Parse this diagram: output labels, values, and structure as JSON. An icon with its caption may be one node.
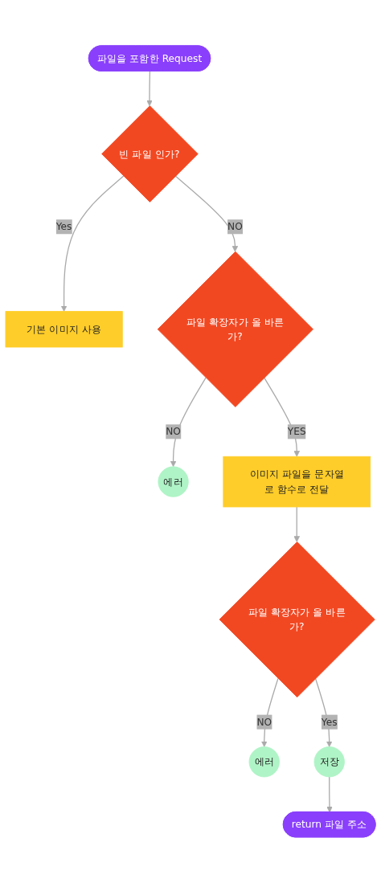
{
  "diagram": {
    "nodes": [
      {
        "text": [
          "파일을 포함한 Request"
        ]
      },
      {
        "text": [
          "빈 파일 인가?"
        ]
      },
      {
        "text": [
          "기본 이미지 사용"
        ]
      },
      {
        "text": [
          "파일 확장자가 올 바른가?"
        ]
      },
      {
        "text": [
          "에러"
        ]
      },
      {
        "text": [
          "이미지 파일을 문자열로 함수로 전달"
        ]
      },
      {
        "text": [
          "파일 확장자가 올 바른가?"
        ]
      },
      {
        "text": [
          "에러"
        ]
      },
      {
        "text": [
          "저장"
        ]
      },
      {
        "text": [
          "return 파일 주소"
        ]
      }
    ],
    "edges": [
      {
        "from": 0,
        "to": 1,
        "arrow": "to"
      },
      {
        "from": 1,
        "to": 2,
        "arrow": "to",
        "label": "Yes"
      },
      {
        "from": 1,
        "to": 3,
        "arrow": "to",
        "label": "NO"
      },
      {
        "from": 3,
        "to": 4,
        "arrow": "to",
        "label": "NO"
      },
      {
        "from": 3,
        "to": 5,
        "arrow": "to",
        "label": "YES"
      },
      {
        "from": 5,
        "to": 6,
        "arrow": "to"
      },
      {
        "from": 6,
        "to": 7,
        "arrow": "to",
        "label": "NO"
      },
      {
        "from": 6,
        "to": 8,
        "arrow": "to",
        "label": "Yes"
      },
      {
        "from": 8,
        "to": 9,
        "arrow": "to"
      }
    ]
  }
}
